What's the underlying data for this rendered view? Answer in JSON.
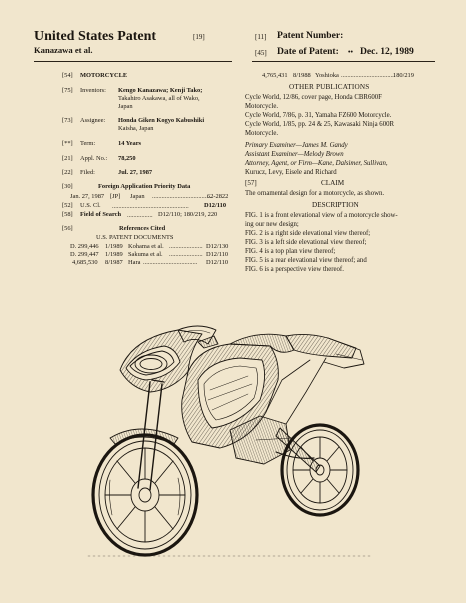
{
  "header": {
    "title": "United States Patent",
    "title_code": "[19]",
    "inventor_short": "Kanazawa et al.",
    "num_code": "[11]",
    "num_label": "Patent Number:",
    "date_code": "[45]",
    "date_label": "Date of Patent:",
    "date_mark": "••",
    "date_value": "Dec. 12, 1989"
  },
  "left": {
    "title_code": "[54]",
    "title": "MOTORCYCLE",
    "inventors_code": "[75]",
    "inventors_label": "Inventors:",
    "inventors_lines": [
      "Kengo Kanazawa; Kenji Tako;",
      "Takahiro Asakawa, all of Wako,",
      "Japan"
    ],
    "assignee_code": "[73]",
    "assignee_label": "Assignee:",
    "assignee_lines": [
      "Honda Giken Kogyo Kabushiki",
      "Kaisha, Japan"
    ],
    "term_code": "[**]",
    "term_label": "Term:",
    "term_value": "14 Years",
    "appl_code": "[21]",
    "appl_label": "Appl. No.:",
    "appl_value": "78,250",
    "filed_code": "[22]",
    "filed_label": "Filed:",
    "filed_value": "Jul. 27, 1987",
    "priority_code": "[30]",
    "priority_heading": "Foreign Application Priority Data",
    "priority_row": {
      "date": "Jan. 27, 1987",
      "cc": "[JP]",
      "country": "Japan",
      "dots": "......................................",
      "num": "62-2822"
    },
    "uscl_code": "[52]",
    "uscl_label": "U.S. Cl.",
    "uscl_dots": "................................................",
    "uscl_value": "D12/110",
    "field_code": "[58]",
    "field_label": "Field of Search",
    "field_dots": "................",
    "field_value": "D12/110; 180/219, 220",
    "refs_code": "[56]",
    "refs_heading": "References Cited",
    "docs_heading": "U.S. PATENT DOCUMENTS",
    "docs": [
      {
        "num": "D. 299,446",
        "date": "1/1989",
        "name": "Kohama et al.",
        "dots": ".....................",
        "cls": "D12/130"
      },
      {
        "num": "D. 299,447",
        "date": "1/1989",
        "name": "Sakuma et al.",
        "dots": ".....................",
        "cls": "D12/110"
      },
      {
        "num": "4,685,530",
        "date": "8/1987",
        "name": "Hara",
        "dots": "..................................",
        "cls": "D12/110"
      }
    ]
  },
  "right": {
    "cited_row": {
      "num": "4,765,431",
      "date": "8/1988",
      "name": "Yoshioka",
      "dots": "..................................",
      "cls": "180/219"
    },
    "other_heading": "OTHER PUBLICATIONS",
    "pubs": [
      "Cycle World, 12/86, cover page, Honda CBR600F",
      "Motorcycle.",
      "Cycle World, 7/86, p. 31, Yamaha FZ600 Motorcycle.",
      "Cycle World, 1/85, pp. 24 & 25, Kawasaki Ninja 600R",
      "Motorcycle."
    ],
    "examiners": [
      "Primary Examiner—James M. Gandy",
      "Assistant Examiner—Melody Brown",
      "Attorney, Agent, or Firm—Kane, Dalsimer, Sullivan,",
      "Kurucz, Levy, Eisele and Richard"
    ],
    "claim_code": "[57]",
    "claim_heading": "CLAIM",
    "claim_text": "The ornamental design for a motorcycle, as shown.",
    "desc_heading": "DESCRIPTION",
    "desc_lines": [
      "FIG. 1 is a front elevational view of a motorcycle show-",
      "ing our new design;",
      "FIG. 2 is a right side elevational view thereof;",
      "FIG. 3 is a left side elevational view thereof;",
      "FIG. 4 is a top plan view thereof;",
      "FIG. 5 is a rear elevational view thereof; and",
      "FIG. 6 is a perspective view thereof."
    ]
  },
  "figure": {
    "icon": "motorcycle-drawing"
  },
  "colors": {
    "paper": "#f1e6cd",
    "ink": "#1b1610"
  }
}
